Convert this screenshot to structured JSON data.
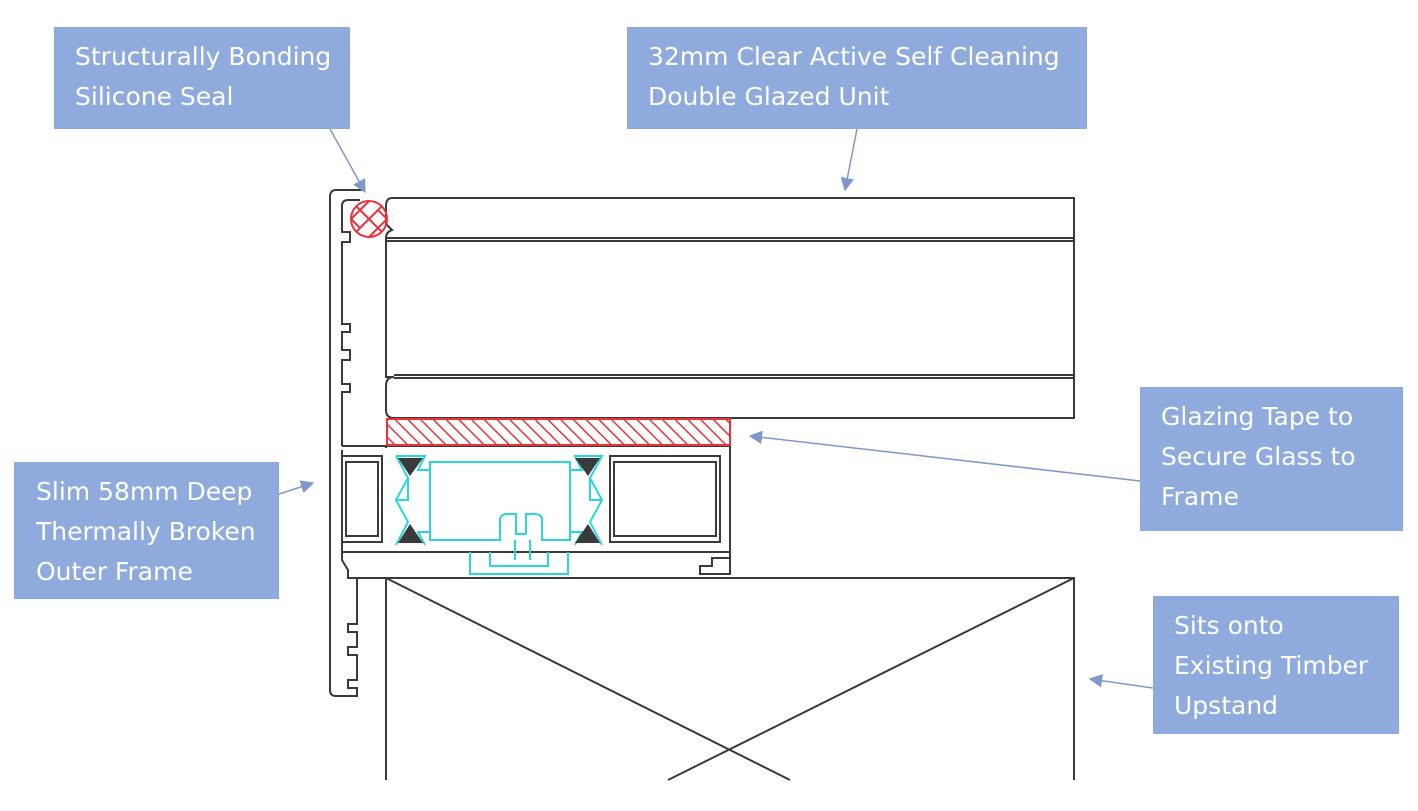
{
  "callouts": {
    "silicone_seal": [
      "Structurally Bonding",
      "Silicone Seal"
    ],
    "glazed_unit": [
      "32mm Clear Active Self Cleaning",
      "Double Glazed Unit"
    ],
    "glazing_tape": [
      "Glazing Tape to",
      "Secure Glass to",
      "Frame"
    ],
    "outer_frame": [
      "Slim 58mm Deep",
      "Thermally Broken",
      "Outer Frame"
    ],
    "timber_upstand": [
      "Sits onto",
      "Existing Timber",
      "Upstand"
    ]
  },
  "colors": {
    "callout_fill": "#8faadc",
    "callout_text": "#ffffff",
    "line": "#3a3a3a",
    "seal": "#e8323c",
    "thermal_break": "#29d6dc",
    "leader": "#7f98cc"
  }
}
